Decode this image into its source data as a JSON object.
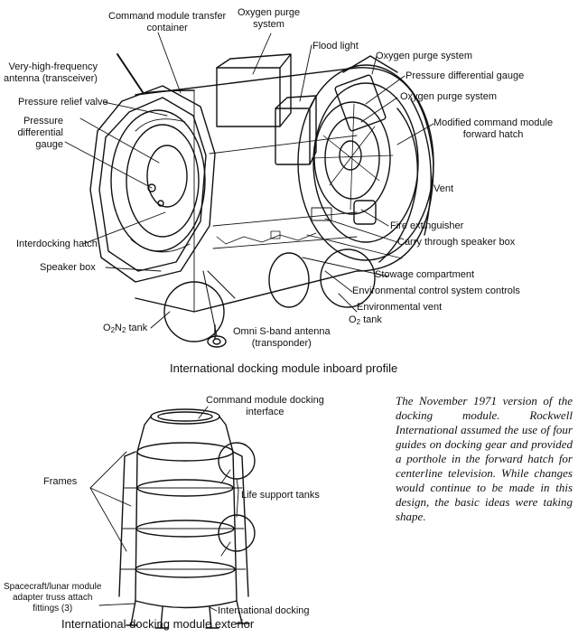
{
  "top": {
    "labels": {
      "cm_transfer_container": "Command module transfer\ncontainer",
      "oxygen_purge_top": "Oxygen purge\nsystem",
      "vhf_antenna": "Very-high-frequency\nantenna (transceiver)",
      "flood_light": "Flood light",
      "oxygen_purge_2": "Oxygen purge system",
      "pressure_diff_right": "Pressure differential gauge",
      "pressure_relief": "Pressure relief valve",
      "oxygen_purge_3": "Oxygen purge system",
      "pressure_diff_left": "Pressure\ndifferential\ngauge",
      "modified_hatch": "Modified command module\nforward hatch",
      "vent": "Vent",
      "interdocking_hatch": "Interdocking hatch",
      "fire_extinguisher": "Fire extinguisher",
      "carry_speaker": "Carry through speaker box",
      "speaker_box": "Speaker box",
      "stowage": "Stowage compartment",
      "ecs_controls": "Environmental control system controls",
      "env_vent": "Environmental vent",
      "o2n2_main": "O",
      "o2n2_sub1": "2",
      "o2n2_n": "N",
      "o2n2_sub2": "2",
      "o2n2_tail": " tank",
      "o2_main": "O",
      "o2_sub": "2",
      "o2_tail": " tank",
      "omni_antenna": "Omni S-band antenna\n(transponder)"
    },
    "caption": "International docking module inboard profile"
  },
  "bottom": {
    "labels": {
      "cm_docking_interface": "Command module docking\ninterface",
      "frames": "Frames",
      "life_support": "Life support tanks",
      "truss_fittings": "Spacecraft/lunar module\nadapter truss attach\nfittings (3)",
      "international_docking": "International docking"
    },
    "caption": "International docking module exterior"
  },
  "note": "The November 1971 version of the docking module. Rockwell International assumed the use of four guides on docking gear and provided a porthole in the forward hatch for centerline television. While changes would continue to be made in this design, the basic ideas were taking shape."
}
